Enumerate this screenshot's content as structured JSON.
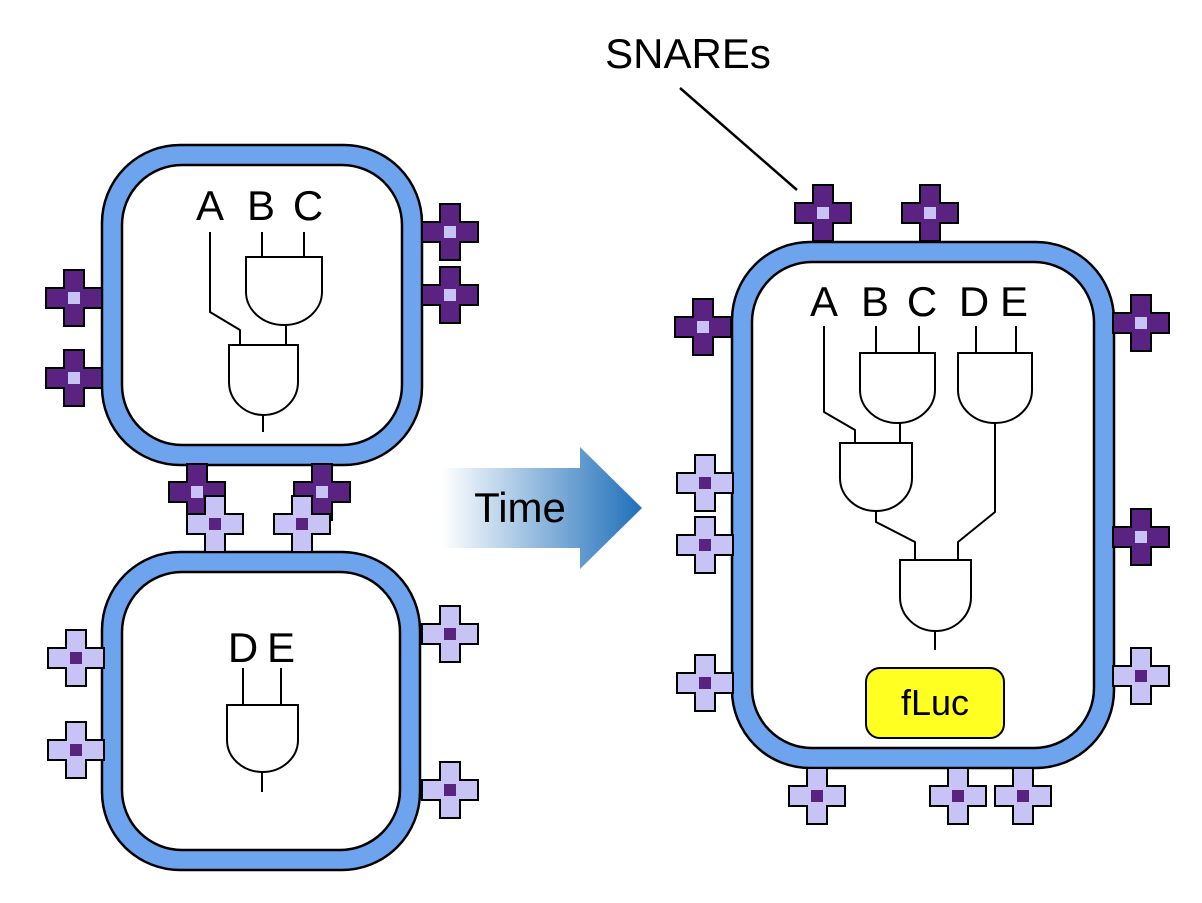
{
  "colors": {
    "membrane": "#6ea4ee",
    "snare_dark": "#5a2382",
    "snare_light": "#c8c3f5",
    "fluc_fill": "#ffff22",
    "arrow_start": "#ffffff",
    "arrow_end": "#1f6fba"
  },
  "labels": {
    "snares": "SNAREs",
    "time": "Time",
    "fluc": "fLuc"
  },
  "top_vesicle": {
    "inputs": [
      "A",
      "B",
      "C"
    ]
  },
  "bottom_vesicle": {
    "inputs": [
      "D",
      "E"
    ]
  },
  "fused_vesicle": {
    "inputs": [
      "A",
      "B",
      "C",
      "D",
      "E"
    ]
  },
  "icons": [
    "snare-protein-icon",
    "and-gate-icon",
    "time-arrow-icon"
  ]
}
